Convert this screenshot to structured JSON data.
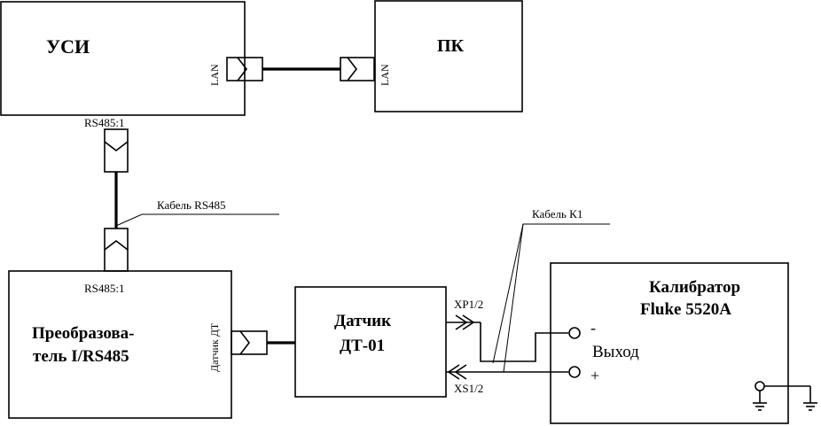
{
  "blocks": {
    "usi": {
      "title": "УСИ",
      "lan": "LAN",
      "rs485": "RS485:1"
    },
    "pc": {
      "title": "ПК",
      "lan": "LAN"
    },
    "converter": {
      "title1": "Преобразова-",
      "title2": "тель I/RS485",
      "rs485": "RS485:1",
      "sensor_port": "Датчик ДТ"
    },
    "sensor": {
      "title1": "Датчик",
      "title2": "ДТ-01",
      "xp": "XP1/2",
      "xs": "XS1/2"
    },
    "calibrator": {
      "title1": "Калибратор",
      "title2": "Fluke 5520A",
      "output": "Выход",
      "minus": "-",
      "plus": "+"
    }
  },
  "cables": {
    "rs485": "Кабель RS485",
    "k1": "Кабель К1"
  }
}
